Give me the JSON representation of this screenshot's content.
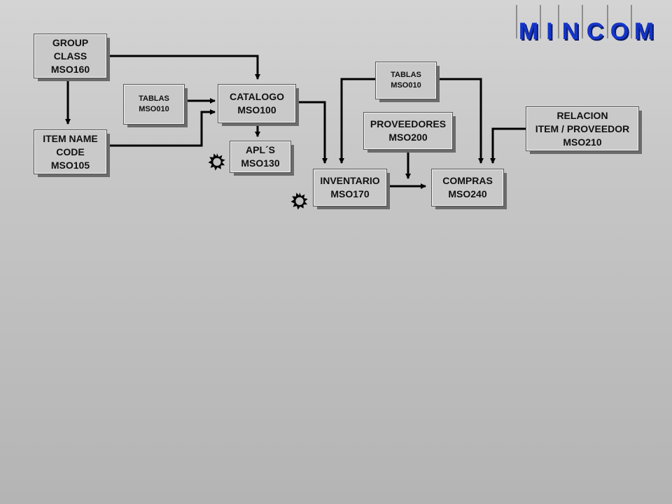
{
  "logo": {
    "text": "MINCOM",
    "letters": [
      "M",
      "I",
      "N",
      "C",
      "O",
      "M"
    ],
    "color": "#1535c8"
  },
  "boxes": {
    "group_class": {
      "lines": [
        "GROUP",
        "CLASS",
        "MSO160"
      ]
    },
    "item_name": {
      "lines": [
        "ITEM NAME",
        "CODE",
        "MSO105"
      ]
    },
    "tablas_left": {
      "lines": [
        "TABLAS",
        "MSO010"
      ]
    },
    "catalogo": {
      "lines": [
        "CATALOGO",
        "MSO100"
      ]
    },
    "apls": {
      "lines": [
        "APL´S",
        "MSO130"
      ]
    },
    "tablas_top": {
      "lines": [
        "TABLAS",
        "MSO010"
      ]
    },
    "proveedores": {
      "lines": [
        "PROVEEDORES",
        "MSO200"
      ]
    },
    "inventario": {
      "lines": [
        "INVENTARIO",
        "MSO170"
      ]
    },
    "compras": {
      "lines": [
        "COMPRAS",
        "MSO240"
      ]
    },
    "relacion": {
      "lines": [
        "RELACION",
        "ITEM / PROVEEDOR",
        "MSO210"
      ]
    }
  },
  "connectors": [
    {
      "from": "group_class",
      "to": "catalogo"
    },
    {
      "from": "group_class",
      "to": "item_name"
    },
    {
      "from": "item_name",
      "to": "catalogo"
    },
    {
      "from": "tablas_left",
      "to": "catalogo"
    },
    {
      "from": "catalogo",
      "to": "apls"
    },
    {
      "from": "catalogo",
      "to": "inventario"
    },
    {
      "from": "tablas_top",
      "to": "inventario"
    },
    {
      "from": "tablas_top",
      "to": "compras"
    },
    {
      "from": "proveedores",
      "to": "compras"
    },
    {
      "from": "inventario",
      "to": "compras"
    },
    {
      "from": "relacion",
      "to": "compras"
    }
  ],
  "colors": {
    "line": "#000000",
    "box_fill": "#c9c9c9",
    "box_shadow": "#6b6b6b"
  },
  "icons": [
    "burst-icon",
    "burst-icon"
  ]
}
